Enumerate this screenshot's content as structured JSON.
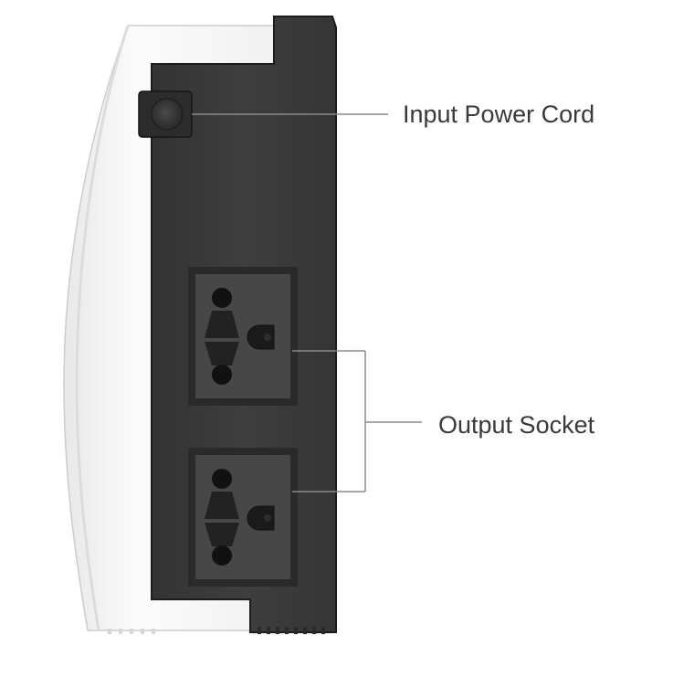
{
  "diagram": {
    "callouts": {
      "input_power_cord": "Input Power Cord",
      "output_socket": "Output Socket"
    },
    "colors": {
      "housing_white": "#f4f4f4",
      "housing_edge": "#cfcfcf",
      "panel_dark": "#3b3b3b",
      "panel_edge": "#1c1c1c",
      "socket_face": "#474747",
      "socket_hole": "#111111",
      "leader_line": "#8a8a8a",
      "label_text": "#3a3a3a"
    },
    "components": {
      "power_cord_icon": "power-cord-grommet",
      "socket_count": 2
    }
  }
}
